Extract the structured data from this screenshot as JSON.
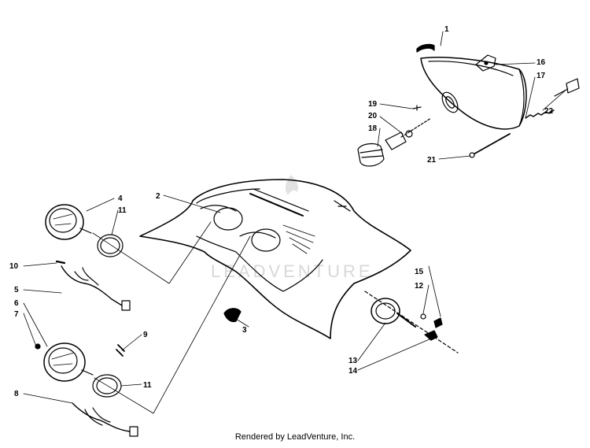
{
  "diagram": {
    "callouts": [
      "1",
      "2",
      "3",
      "4",
      "5",
      "6",
      "7",
      "8",
      "9",
      "10",
      "11",
      "11",
      "12",
      "13",
      "14",
      "15",
      "16",
      "17",
      "18",
      "19",
      "20",
      "21",
      "22"
    ],
    "watermark": "LEADVENTURE",
    "footer": "Rendered by LeadVenture, Inc."
  },
  "colors": {
    "line": "#000000",
    "background": "#ffffff",
    "watermark": "#d8d8d8"
  }
}
